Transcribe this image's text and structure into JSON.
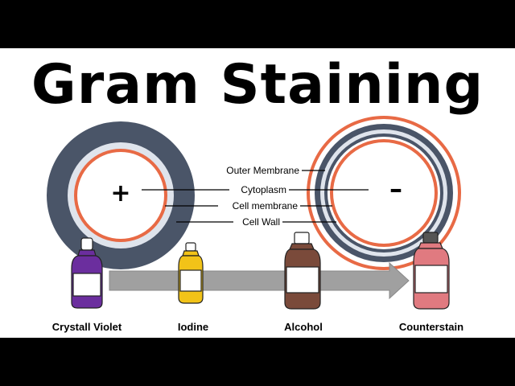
{
  "title": "Gram Staining",
  "colors": {
    "cell_wall": "#4a5568",
    "membrane": "#e86a45",
    "arrow": "#a0a0a0",
    "crystal_violet": "#6b2e9e",
    "iodine": "#f2c318",
    "alcohol": "#7a4a3a",
    "counterstain": "#e07a80"
  },
  "cells": {
    "positive": {
      "symbol": "+"
    },
    "negative": {
      "symbol": "–"
    }
  },
  "labels": {
    "outer_membrane": "Outer Membrane",
    "cytoplasm": "Cytoplasm",
    "cell_membrane": "Cell membrane",
    "cell_wall": "Cell Wall"
  },
  "reagents": [
    "Crystall Violet",
    "Iodine",
    "Alcohol",
    "Counterstain"
  ]
}
